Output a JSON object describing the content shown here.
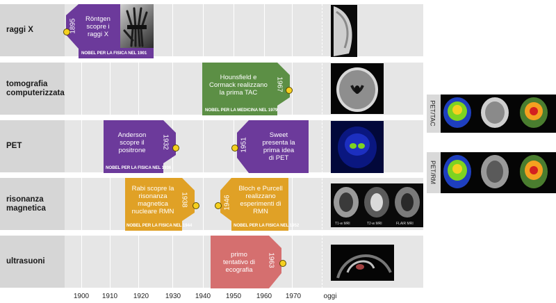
{
  "rows": [
    {
      "label": "raggi X"
    },
    {
      "label": "tomografia\ncomputerizzata"
    },
    {
      "label": "PET"
    },
    {
      "label": "risonanza\nmagnetica"
    },
    {
      "label": "ultrasuoni"
    }
  ],
  "axis": {
    "ticks": [
      "1900",
      "1910",
      "1920",
      "1930",
      "1940",
      "1950",
      "1960",
      "1970",
      "oggi"
    ]
  },
  "events": [
    {
      "year": "1895",
      "text": "Röntgen\nscopre i\nraggi X",
      "nobel": "NOBEL PER LA FISICA NEL 1901"
    },
    {
      "year": "1967",
      "text": "Hounsfield e\nCormack realizzano\nla prima TAC",
      "nobel": "NOBEL PER LA MEDICINA NEL 1979"
    },
    {
      "year": "1932",
      "text": "Anderson\nscopre il\npositrone",
      "nobel": "NOBEL PER LA FISICA NEL 1936"
    },
    {
      "year": "1951",
      "text": "Sweet\npresenta la\nprima idea\ndi PET",
      "nobel": ""
    },
    {
      "year": "1938",
      "text": "Rabi scopre la\nrisonanza\nmagnetica\nnucleare RMN",
      "nobel": "NOBEL PER LA FISICA NEL 1944"
    },
    {
      "year": "1946",
      "text": "Bloch e Purcell\nrealizzano\nesperimenti di\nRMN",
      "nobel": "NOBEL PER LA FISICA NEL 1952"
    },
    {
      "year": "1963",
      "text": "primo\ntentativo di\necografia",
      "nobel": ""
    }
  ],
  "side": {
    "pet_tac": "PET/TAC",
    "pet_rm": "PET/RM"
  },
  "mri_captions": [
    "T1-w MRI",
    "T2-w MRI",
    "FLAIR MRI"
  ],
  "colors": {
    "purple": "#6c3a9b",
    "green": "#5c8f45",
    "orange": "#e0a126",
    "red": "#d56f6f",
    "dot": "#f5d020"
  }
}
